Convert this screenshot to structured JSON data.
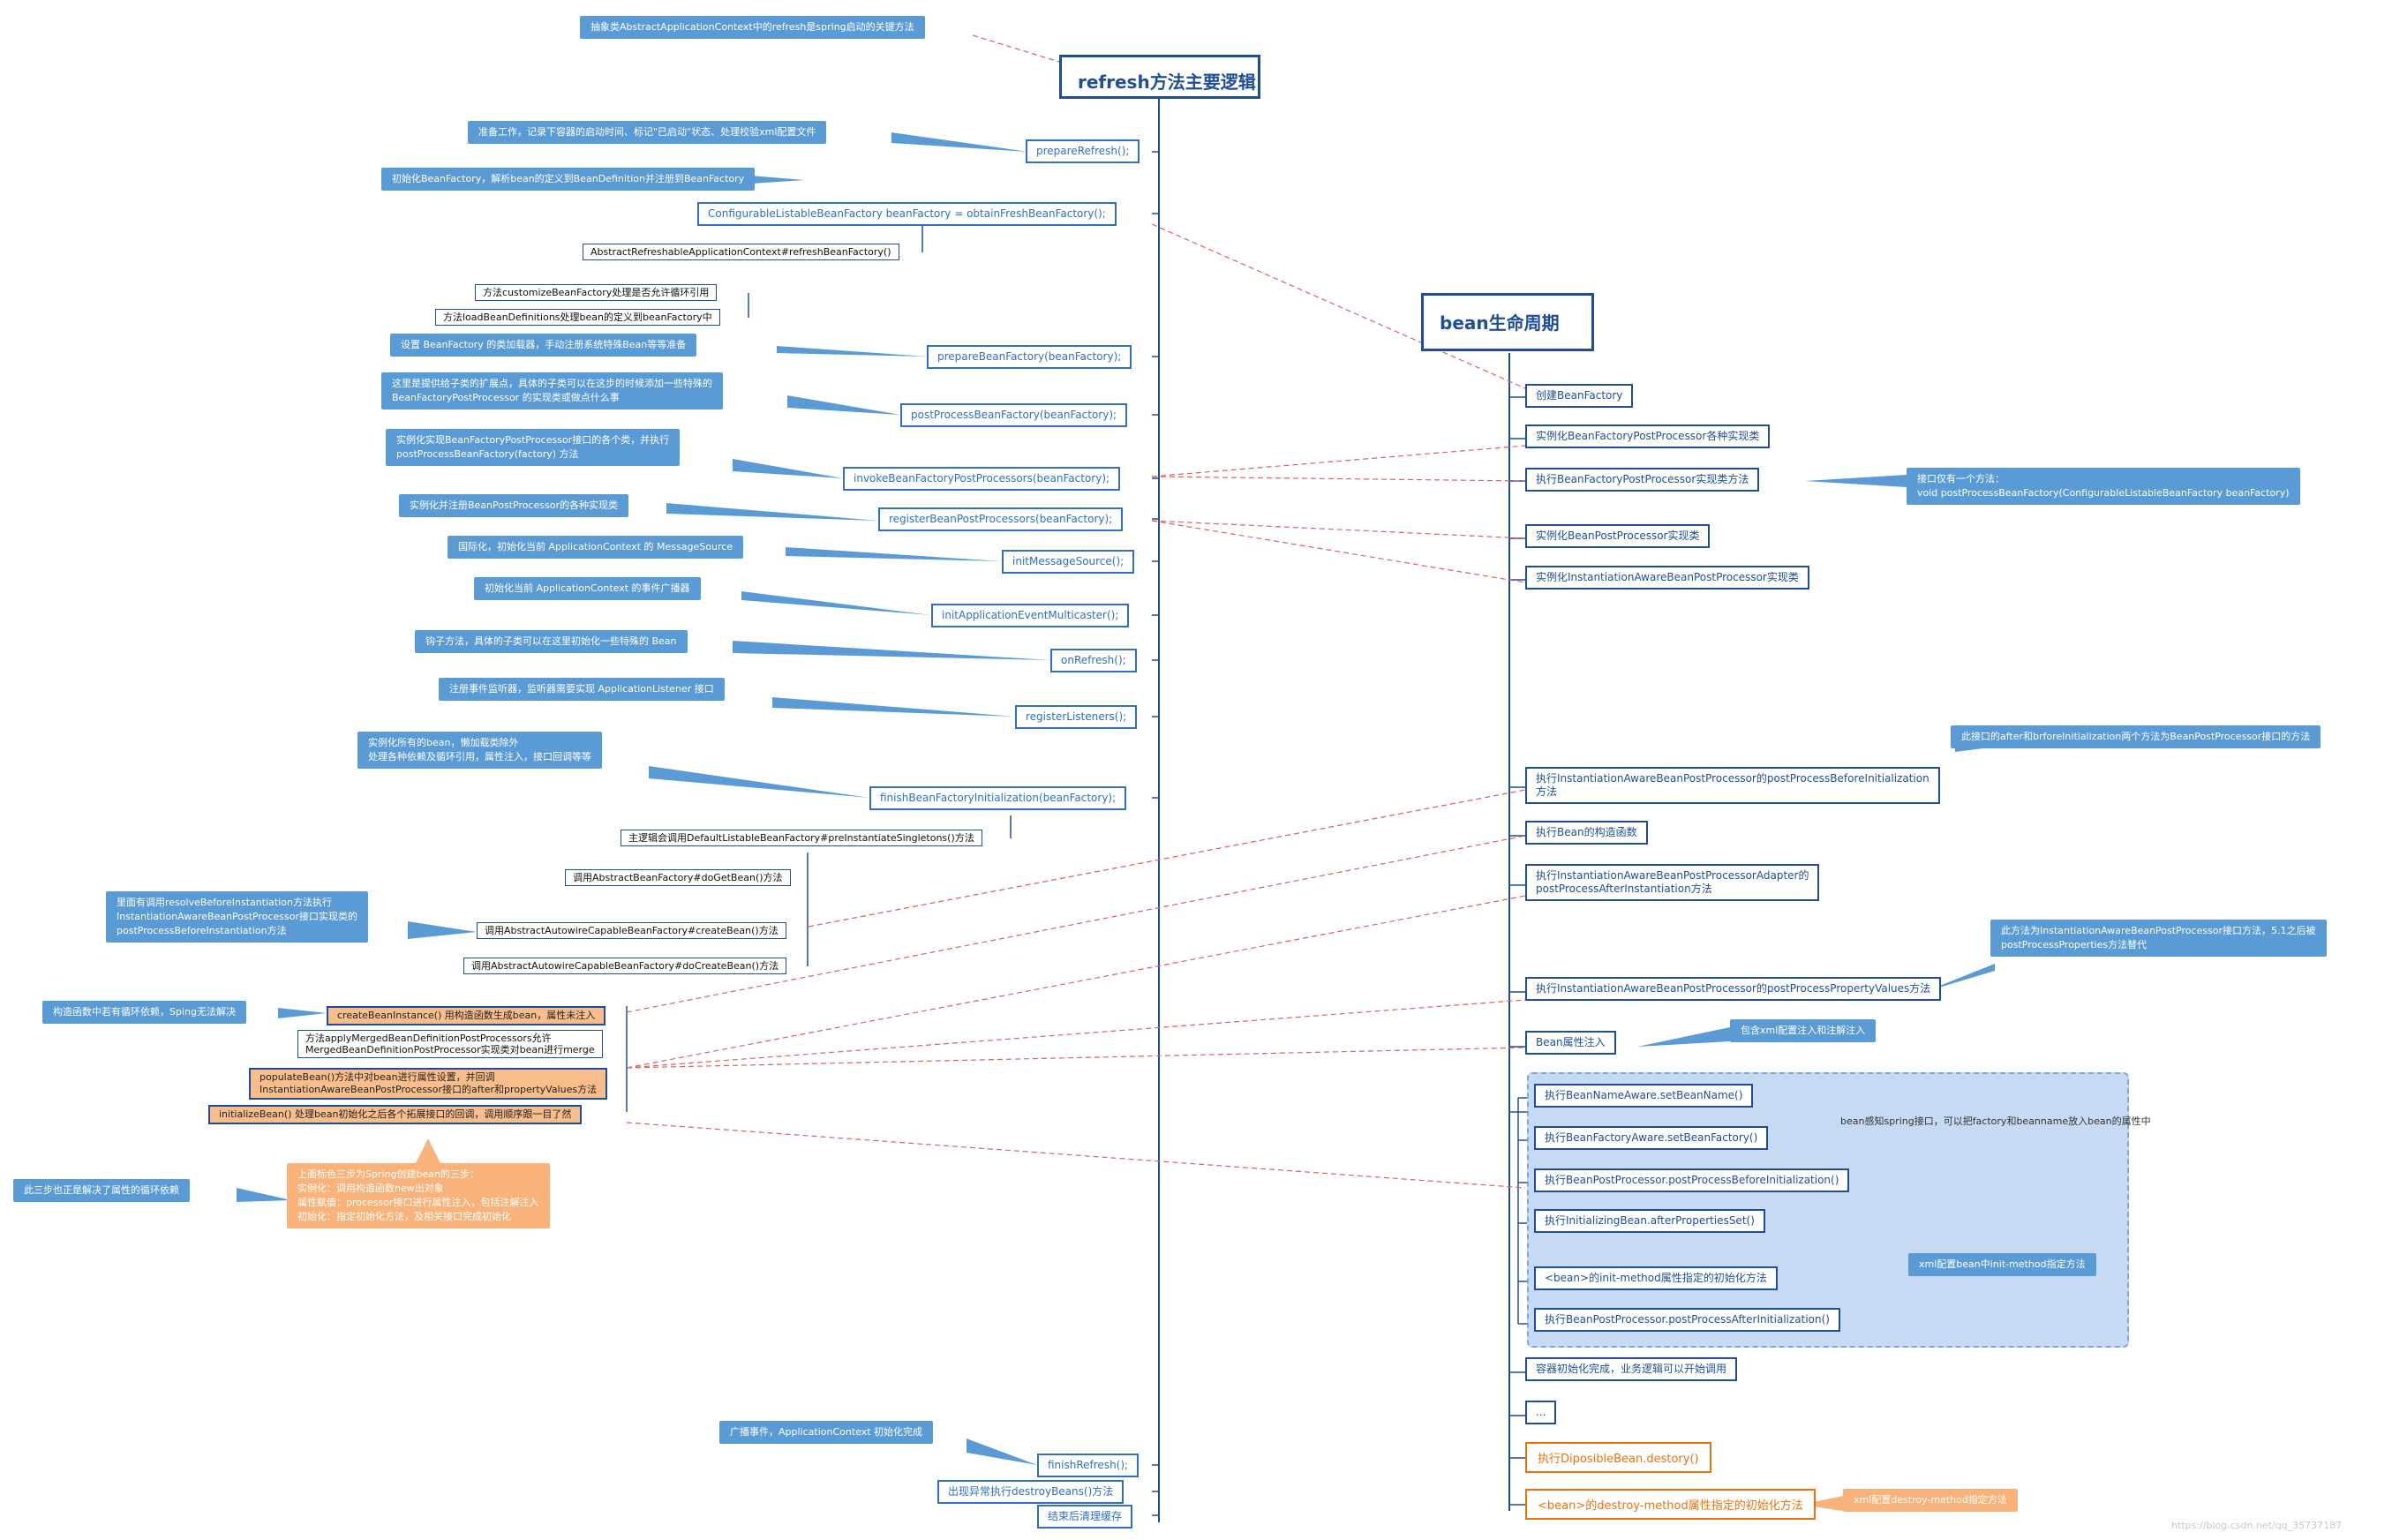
{
  "titles": {
    "refresh": "refresh方法主要逻辑",
    "lifecycle": "bean生命周期"
  },
  "top_note": "抽象类AbstractApplicationContext中的refresh是spring启动的关键方法",
  "refresh_steps": [
    "prepareRefresh();",
    "ConfigurableListableBeanFactory beanFactory = obtainFreshBeanFactory();",
    "prepareBeanFactory(beanFactory);",
    "postProcessBeanFactory(beanFactory);",
    "invokeBeanFactoryPostProcessors(beanFactory);",
    "registerBeanPostProcessors(beanFactory);",
    "initMessageSource();",
    "initApplicationEventMulticaster();",
    "onRefresh();",
    "registerListeners();",
    "finishBeanFactoryInitialization(beanFactory);",
    "finishRefresh();",
    "出现异常执行destroyBeans()方法",
    "结束后清理缓存"
  ],
  "refresh_notes": [
    "准备工作，记录下容器的启动时间、标记\"已启动\"状态、处理校验xml配置文件",
    "初始化BeanFactory，解析bean的定义到BeanDefinition并注册到BeanFactory",
    "设置 BeanFactory 的类加载器，手动注册系统特殊Bean等等准备",
    "这里是提供给子类的扩展点，具体的子类可以在这步的时候添加一些特殊的",
    "BeanFactoryPostProcessor 的实现类或做点什么事",
    "实例化实现BeanFactoryPostProcessor接口的各个类，并执行",
    "postProcessBeanFactory(factory) 方法",
    "实例化并注册BeanPostProcessor的各种实现类",
    "国际化，初始化当前 ApplicationContext 的 MessageSource",
    "初始化当前 ApplicationContext 的事件广播器",
    "钩子方法，具体的子类可以在这里初始化一些特殊的 Bean",
    "注册事件监听器，监听器需要实现 ApplicationListener 接口",
    "实例化所有的bean，懒加载类除外",
    "处理各种依赖及循环引用，属性注入，接口回调等等",
    "广播事件，ApplicationContext 初始化完成"
  ],
  "obtain_sub": [
    "AbstractRefreshableApplicationContext#refreshBeanFactory()",
    "方法customizeBeanFactory处理是否允许循环引用",
    "方法loadBeanDefinitions处理bean的定义到beanFactory中"
  ],
  "finish_sub": [
    "主逻辑会调用DefaultListableBeanFactory#preInstantiateSingletons()方法",
    "调用AbstractBeanFactory#doGetBean()方法",
    "调用AbstractAutowireCapableBeanFactory#createBean()方法",
    "调用AbstractAutowireCapableBeanFactory#doCreateBean()方法"
  ],
  "create_sub": {
    "create_instance": "createBeanInstance() 用构造函数生成bean，属性未注入",
    "apply_merged_1": "方法applyMergedBeanDefinitionPostProcessors允许",
    "apply_merged_2": "MergedBeanDefinitionPostProcessor实现类对bean进行merge",
    "populate_1": "populateBean()方法中对bean进行属性设置，并回调",
    "populate_2": "InstantiationAwareBeanPostProcessor接口的after和propertyValues方法",
    "initialize": "initializeBean() 处理bean初始化之后各个拓展接口的回调，调用顺序跟一目了然"
  },
  "left_notes": {
    "resolve_1": "里面有调用resolveBeforeInstantiation方法执行",
    "resolve_2": "InstantiationAwareBeanPostProcessor接口实现类的",
    "resolve_3": "postProcessBeforeInstantiation方法",
    "cycle": "构造函数中若有循环依赖，Sping无法解决",
    "three_steps": "此三步也正是解决了属性的循环依赖",
    "orange_1": "上面标色三步为Spring创建bean的三步：",
    "orange_2": "实例化：调用构造函数new出对象",
    "orange_3": "属性赋值：processor接口进行属性注入，包括注解注入",
    "orange_4": "初始化：指定初始化方法，及相关接口完成初始化"
  },
  "lifecycle_steps": [
    "创建BeanFactory",
    "实例化BeanFactoryPostProcessor各种实现类",
    "执行BeanFactoryPostProcessor实现类方法",
    "实例化BeanPostProcessor实现类",
    "实例化InstantiationAwareBeanPostProcessor实现类",
    "执行InstantiationAwareBeanPostProcessor的postProcessBeforeInitialization",
    "方法",
    "执行Bean的构造函数",
    "执行InstantiationAwareBeanPostProcessorAdapter的",
    "postProcessAfterInstantiation方法",
    "执行InstantiationAwareBeanPostProcessor的postProcessPropertyValues方法",
    "Bean属性注入",
    "执行BeanNameAware.setBeanName()",
    "执行BeanFactoryAware.setBeanFactory()",
    "执行BeanPostProcessor.postProcessBeforeInitialization()",
    "执行InitializingBean.afterPropertiesSet()",
    "<bean>的init-method属性指定的初始化方法",
    "执行BeanPostProcessor.postProcessAfterInitialization()",
    "容器初始化完成，业务逻辑可以开始调用",
    "...",
    "执行DiposibleBean.destory()",
    "<bean>的destroy-method属性指定的初始化方法"
  ],
  "right_notes": {
    "iface_1": "接口仅有一个方法：",
    "iface_2": "void postProcessBeanFactory(ConfigurableListableBeanFactory beanFactory)",
    "after_before": "此接口的after和brforeInitialization两个方法为BeanPostProcessor接口的方法",
    "deprecated_1": "此方法为InstantiationAwareBeanPostProcessor接口方法，5.1之后被",
    "deprecated_2": "postProcessProperties方法替代",
    "xml_annot": "包含xml配置注入和注解注入",
    "aware": "bean感知spring接口，可以把factory和beanname放入bean的属性中",
    "init_method": "xml配置bean中init-method指定方法",
    "destroy_method": "xml配置destroy-method指定方法"
  },
  "watermark": "https://blog.csdn.net/qq_35737187",
  "colors": {
    "dark_blue": "#1f4e96",
    "note_blue": "#5b9bd5",
    "orange": "#e8720c",
    "orange_fill": "#f9bd8c",
    "dashed_red": "#e06060"
  }
}
